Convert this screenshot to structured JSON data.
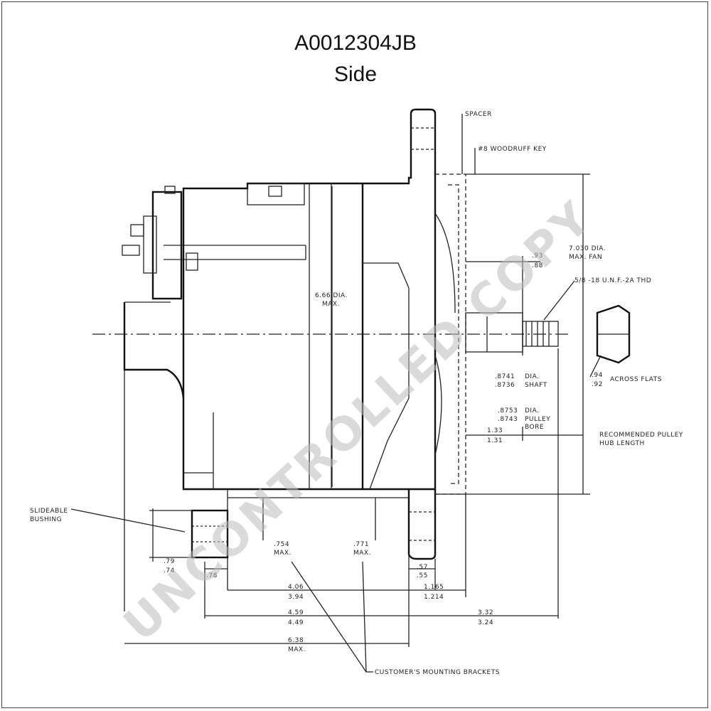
{
  "header": {
    "part_number": "A0012304JB",
    "view": "Side"
  },
  "watermark": {
    "text": "UNCONTROLLED COPY",
    "color": "#bdbdbd"
  },
  "callouts": {
    "spacer": "SPACER",
    "woodruff": "#8 WOODRUFF KEY",
    "fan_dia": "7.030 DIA.",
    "fan_max": "MAX. FAN",
    "housing_dia": "6.66 DIA.",
    "housing_max": "MAX.",
    "thread": "5/8 -18 U.N.F.-2A THD",
    "across_flats_label": "ACROSS FLATS",
    "shaft_label_1": "DIA.",
    "shaft_label_2": "SHAFT",
    "pulley_label_1": "DIA.",
    "pulley_label_2": "PULLEY",
    "pulley_label_3": "BORE",
    "hub_label_1": "RECOMMENDED PULLEY",
    "hub_label_2": "HUB LENGTH",
    "bushing_1": "SLIDEABLE",
    "bushing_2": "BUSHING",
    "brackets": "CUSTOMER'S MOUNTING BRACKETS"
  },
  "dimensions": {
    "d_93_88": {
      "upper": ".93",
      "lower": ".88"
    },
    "across_flats": {
      "upper": ".94",
      "lower": ".92"
    },
    "shaft": {
      "upper": ".8741",
      "lower": ".8736"
    },
    "pulley_bore": {
      "upper": ".8753",
      "lower": ".8743"
    },
    "hub_length": {
      "upper": "1.33",
      "lower": "1.31"
    },
    "d_754": {
      "value": ".754",
      "note": "MAX."
    },
    "d_771": {
      "value": ".771",
      "note": "MAX."
    },
    "d_79": {
      "upper": ".79",
      "lower": ".74"
    },
    "d_78": {
      "value": ".78"
    },
    "d_57": {
      "upper": ".57",
      "lower": ".55"
    },
    "d_406": {
      "upper": "4.06",
      "lower": "3.94"
    },
    "d_1165": {
      "upper": "1.165",
      "lower": "1.214"
    },
    "d_459": {
      "upper": "4.59",
      "lower": "4.49"
    },
    "d_332": {
      "upper": "3.32",
      "lower": "3.24"
    },
    "d_638": {
      "value": "6.38",
      "note": "MAX."
    }
  }
}
